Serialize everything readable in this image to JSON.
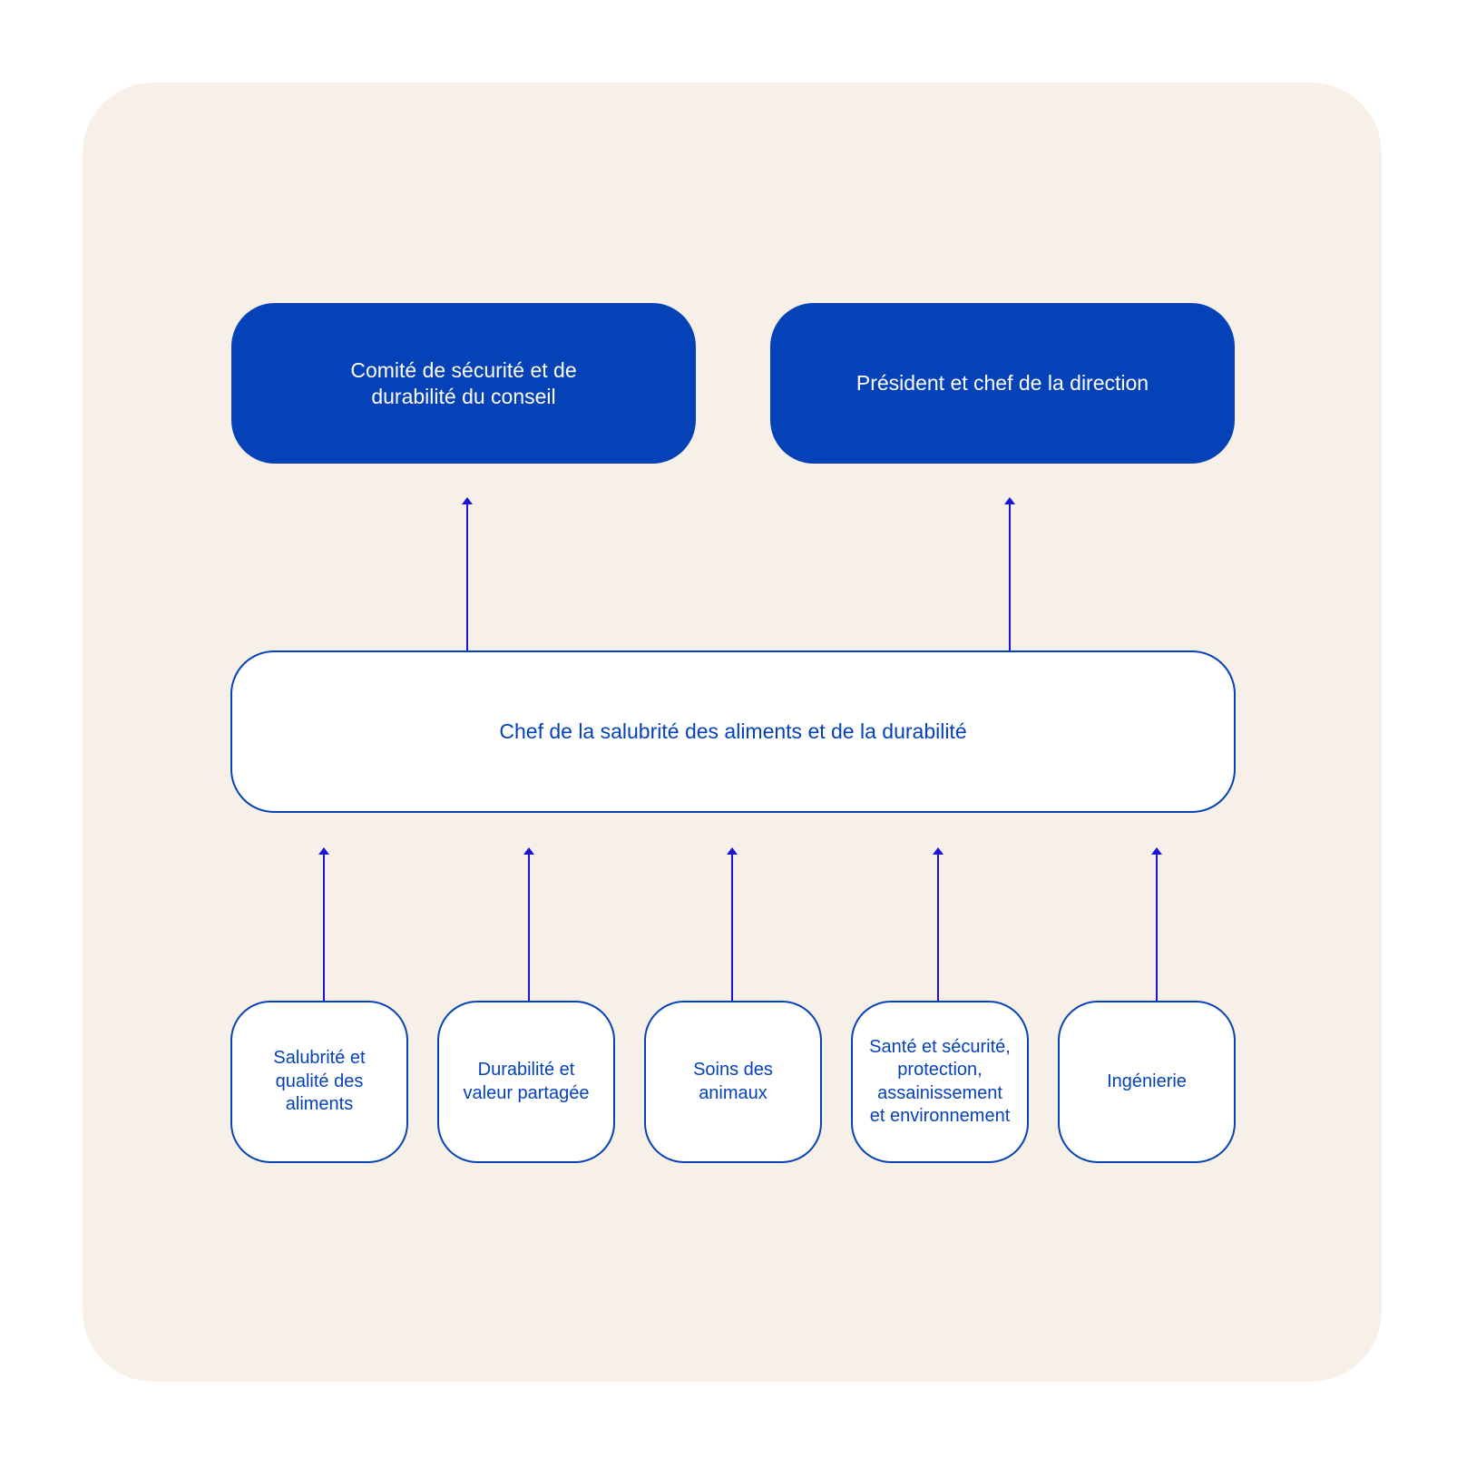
{
  "colors": {
    "background_panel": "#f7f0e8",
    "primary_blue": "#0542b8",
    "arrow_blue": "#1a14d6"
  },
  "top_boxes": [
    {
      "label": "Comité de sécurité et de\ndurabilité du conseil"
    },
    {
      "label": "Président et chef de la direction"
    }
  ],
  "middle_box": {
    "label": "Chef de la salubrité des aliments et de la durabilité"
  },
  "bottom_boxes": [
    {
      "label": "Salubrité et\nqualité des\naliments"
    },
    {
      "label": "Durabilité et\nvaleur partagée"
    },
    {
      "label": "Soins des\nanimaux"
    },
    {
      "label": "Santé et sécurité,\nprotection,\nassainissement\net environnement"
    },
    {
      "label": "Ingénierie"
    }
  ]
}
